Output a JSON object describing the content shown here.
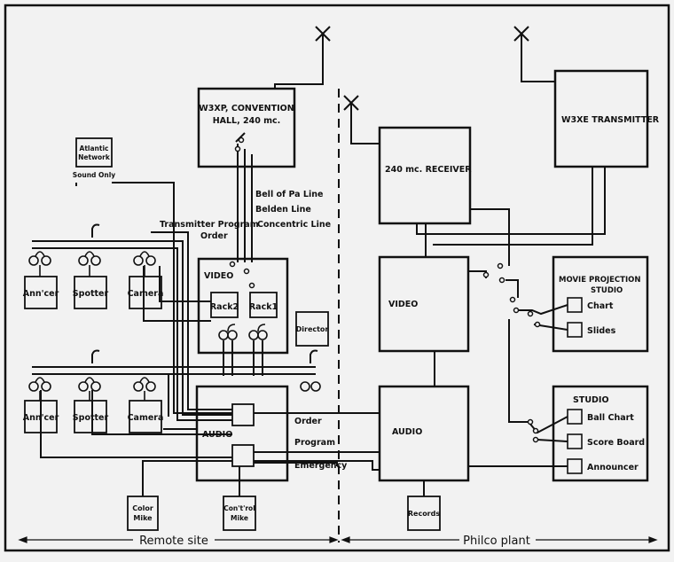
{
  "diagram": {
    "remote": {
      "transmitter_box": [
        "W3XP, CONVENTION",
        "HALL, 240 mc."
      ],
      "atlantic_network": [
        "Atlantic",
        "Network"
      ],
      "sound_only": "Sound Only",
      "line_labels": [
        "Bell of Pa Line",
        "Belden Line",
        "Concentric Line"
      ],
      "transmitter_program": "Transmitter Program",
      "order": "Order",
      "upper_booths": [
        "Ann'cer",
        "Spotter",
        "Camera"
      ],
      "lower_booths": [
        "Ann'cer",
        "Spotter",
        "Camera"
      ],
      "video_box": "VIDEO",
      "rack_labels": [
        "Rack2",
        "Rack1"
      ],
      "director": "Director",
      "audio_box": "AUDIO",
      "audio_lines": [
        "Order",
        "Program",
        "Emergency"
      ],
      "color_mike": [
        "Color",
        "Mike"
      ],
      "contr_mike": [
        "Con't'rol",
        "Mike"
      ]
    },
    "plant": {
      "receiver": "240 mc. RECEIVER",
      "transmitter": "W3XE TRANSMITTER",
      "video": "VIDEO",
      "audio": "AUDIO",
      "records": "Records",
      "movie_studio": [
        "MOVIE PROJECTION",
        "STUDIO"
      ],
      "movie_items": [
        "Chart",
        "Slides"
      ],
      "studio": "STUDIO",
      "studio_items": [
        "Ball Chart",
        "Score Board",
        "Announcer"
      ]
    },
    "footer": {
      "left": "Remote site",
      "right": "Philco plant"
    }
  }
}
